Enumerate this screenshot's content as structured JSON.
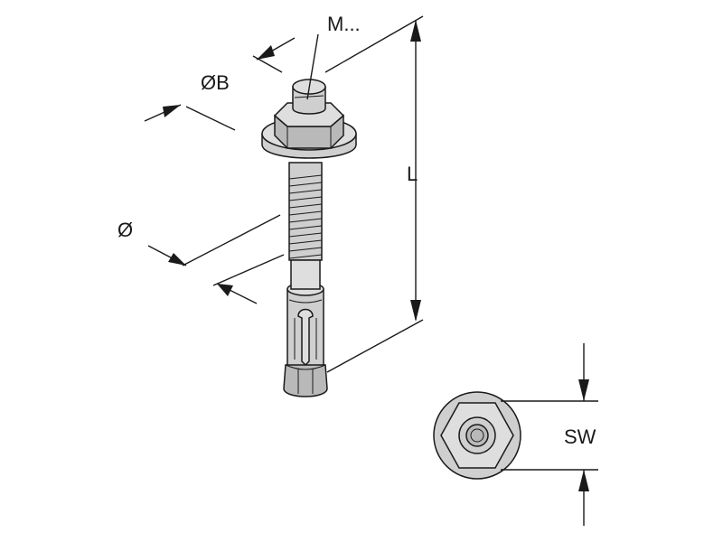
{
  "labels": {
    "thread": "M...",
    "washer_diameter": "ØB",
    "bolt_diameter": "Ø",
    "length": "L",
    "wrench_size": "SW"
  }
}
